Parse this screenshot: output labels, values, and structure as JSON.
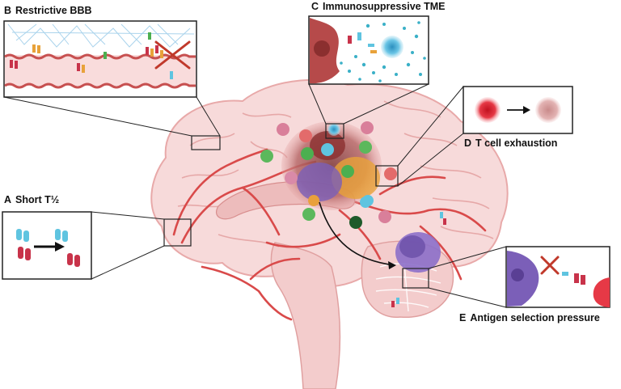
{
  "panels": [
    {
      "letter": "A",
      "title": "Short T½"
    },
    {
      "letter": "B",
      "title": "Restrictive BBB"
    },
    {
      "letter": "C",
      "title": "Immunosuppressive TME"
    },
    {
      "letter": "D",
      "title": "T cell exhaustion"
    },
    {
      "letter": "E",
      "title": "Antigen selection  pressure"
    }
  ],
  "colors": {
    "brain": "#f7dada",
    "brain_outline": "#e8a9a9",
    "vessel": "#d94a4a",
    "tumor_core": "#9c4a4a",
    "tumor_purple": "#7b5fb8",
    "tcell_cyan": "#5fc4e0",
    "antibody_red": "#c8334a",
    "box_border": "#222222"
  },
  "icons": [
    "antibody-icon",
    "t-cell-icon",
    "tumor-cell-icon",
    "blood-vessel-icon",
    "arrow-icon",
    "cross-icon",
    "brain-icon"
  ]
}
